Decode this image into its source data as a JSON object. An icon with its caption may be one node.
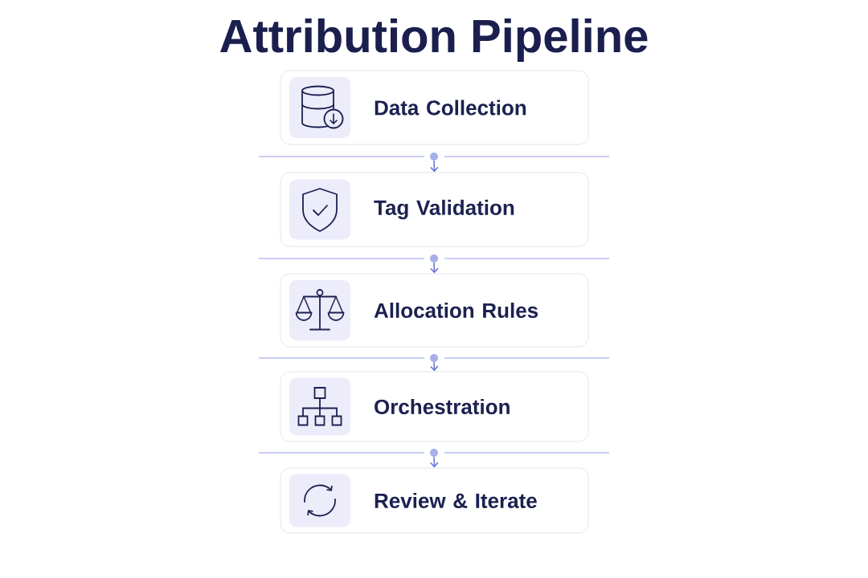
{
  "diagram": {
    "title": "Attribution Pipeline",
    "nodes": [
      {
        "text": [
          "Data Collection"
        ]
      },
      {
        "text": [],
        "shape": "circle"
      },
      {
        "text": [
          "Tag Validation"
        ]
      },
      {
        "text": [],
        "shape": "circle"
      },
      {
        "text": [
          "Allocation Rules"
        ]
      },
      {
        "text": [],
        "shape": "circle"
      },
      {
        "text": [
          "Orchestration"
        ]
      },
      {
        "text": [],
        "shape": "circle"
      },
      {
        "text": [
          "Review & Iterate"
        ]
      }
    ],
    "edges": [
      {
        "from": 1,
        "to": 2,
        "arrow": "to"
      },
      {
        "from": 3,
        "to": 4,
        "arrow": "to"
      },
      {
        "from": 5,
        "to": 6,
        "arrow": "to"
      },
      {
        "from": 7,
        "to": 8,
        "arrow": "to"
      }
    ]
  }
}
